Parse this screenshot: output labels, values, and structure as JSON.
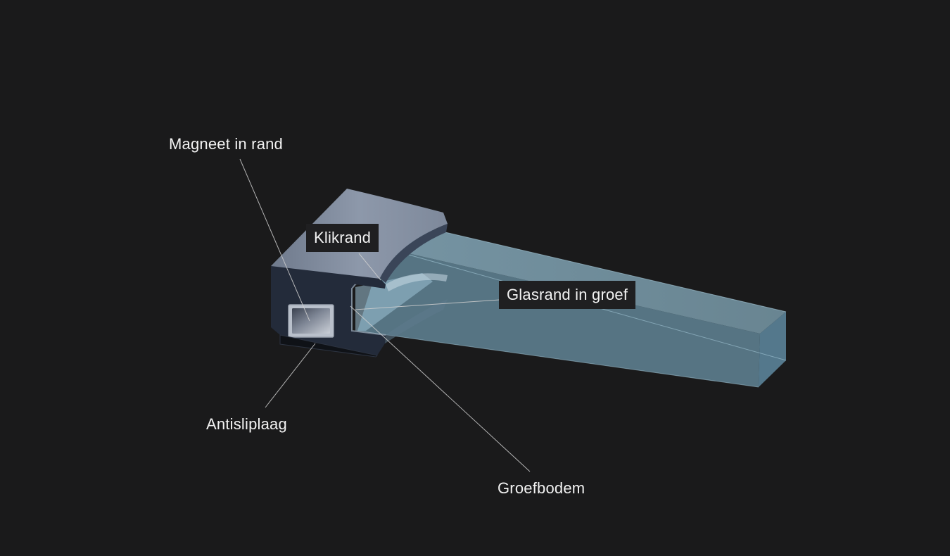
{
  "diagram": {
    "callouts": {
      "magnet": "Magneet in rand",
      "click_edge": "Klikrand",
      "glass_edge": "Glasrand in groef",
      "anti_slip": "Antisliplaag",
      "groove_bottom": "Groefbodem"
    }
  }
}
